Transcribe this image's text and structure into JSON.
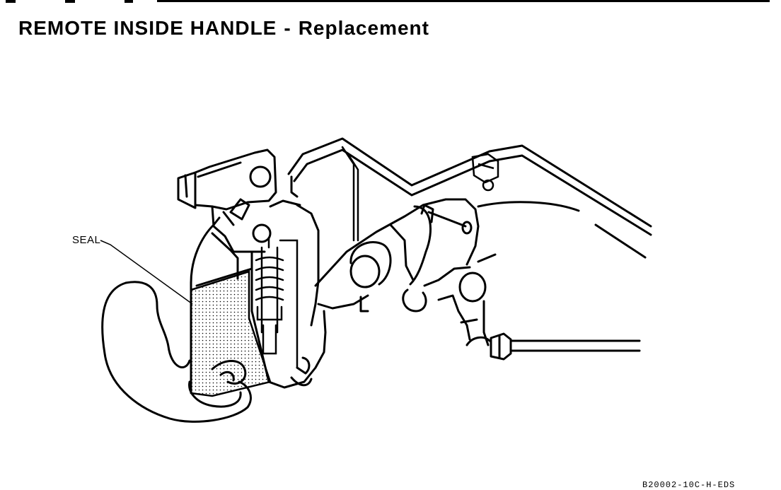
{
  "header": {
    "title_main": "REMOTE INSIDE HANDLE",
    "title_separator": "-",
    "title_sub": "Replacement"
  },
  "diagram": {
    "labels": {
      "seal": "SEAL"
    },
    "figure_code": "B20002-10C-H-EDS"
  }
}
